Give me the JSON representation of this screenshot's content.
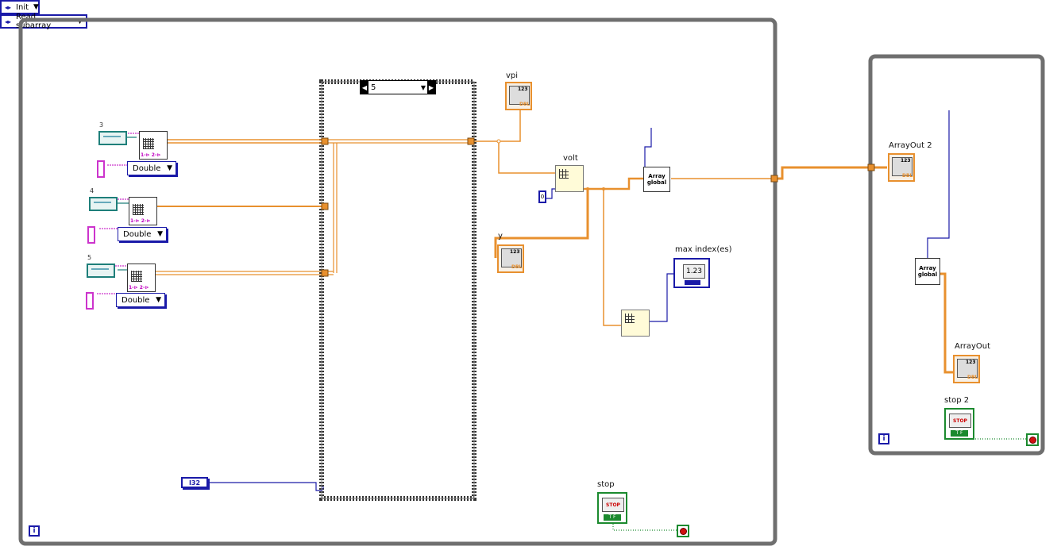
{
  "outer_loop": {
    "iteration_terminal": "i",
    "stop_terminal_icon": "stop-if-true-icon"
  },
  "right_loop": {
    "iteration_terminal": "i",
    "stop_terminal_icon": "stop-if-true-icon"
  },
  "case_structure": {
    "selector_value": "5",
    "selector_terminal": "?",
    "inc_left_icon": "triangle-left-icon",
    "inc_right_icon": "triangle-right-icon",
    "dropdown_icon": "triangle-down-icon"
  },
  "channels": [
    {
      "label": "3",
      "type_label": "Double",
      "dropdown_icon": "triangle-down-icon"
    },
    {
      "label": "4",
      "type_label": "Double",
      "dropdown_icon": "triangle-down-icon"
    },
    {
      "label": "5",
      "type_label": "Double",
      "dropdown_icon": "triangle-down-icon"
    }
  ],
  "fp_node": {
    "footer": "1-⊳ 2-⊳"
  },
  "constants": {
    "i32_label": "I32",
    "zero_const": "0"
  },
  "indicators": {
    "vpi": "vpi",
    "volt": "volt",
    "y": "y",
    "max_index": "max index(es)",
    "max_index_value": "1.23",
    "array_out_2": "ArrayOut 2",
    "array_out": "ArrayOut",
    "array_ind_value": "123",
    "array_ind_tag": "DBL"
  },
  "globals": {
    "init_enum": "Init",
    "read_enum": "Read subarray",
    "enum_dropdown_icon": "triangle-down-icon",
    "global_label": "Array global",
    "global_label_line1": "Array",
    "global_label_line2": "global"
  },
  "stop_buttons": [
    {
      "label": "stop",
      "face": "STOP",
      "tf": "T F"
    },
    {
      "label": "stop 2",
      "face": "STOP",
      "tf": "T F"
    }
  ],
  "colors": {
    "structure": "#6f6f6f",
    "wire_dbl": "#e8902e",
    "wire_enum": "#1a1aa8",
    "wire_bool": "#1b8a2e",
    "wire_task": "#1e7f7a",
    "wire_fp": "#cc33cc"
  }
}
